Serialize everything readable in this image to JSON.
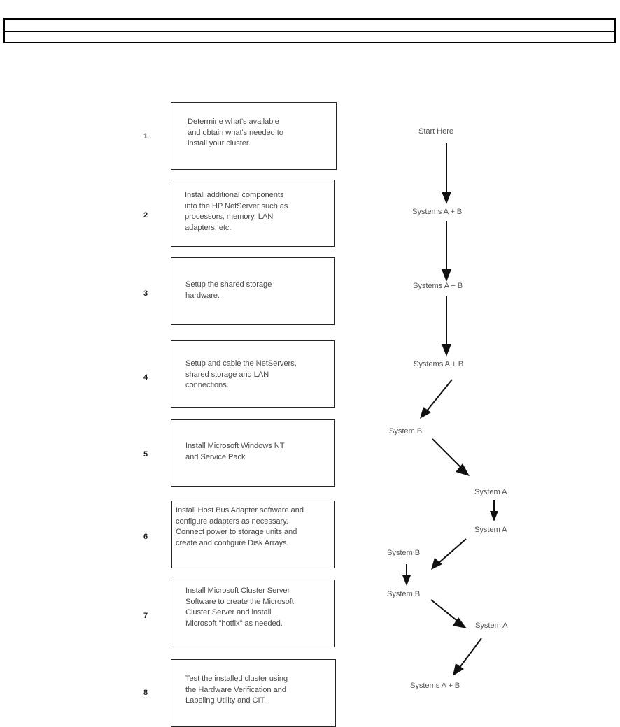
{
  "page": {
    "title": "Cluster Installation Process Flowchart",
    "background_color": "#ffffff",
    "ink_color": "#4a4a4a",
    "border_color": "#242424"
  },
  "header": {
    "top_cell_text": "",
    "bottom_cell_text": ""
  },
  "steps": [
    {
      "number": "1",
      "text": "Determine what's available\nand obtain what's needed to\ninstall your cluster."
    },
    {
      "number": "2",
      "text": "Install additional components\ninto the HP NetServer such as\nprocessors, memory, LAN\nadapters, etc."
    },
    {
      "number": "3",
      "text": "Setup the shared storage\nhardware."
    },
    {
      "number": "4",
      "text": "Setup and cable the NetServers,\nshared storage and LAN\nconnections."
    },
    {
      "number": "5",
      "text": "Install Microsoft Windows NT\nand Service Pack"
    },
    {
      "number": "6",
      "text": "Install Host Bus Adapter software and\nconfigure adapters as necessary.\nConnect power to storage units and\ncreate and configure Disk Arrays."
    },
    {
      "number": "7",
      "text": "Install Microsoft Cluster Server\nSoftware to create the Microsoft\nCluster Server and install\nMicrosoft \"hotfix\" as needed."
    },
    {
      "number": "8",
      "text": "Test the installed cluster using\nthe Hardware Verification and\nLabeling Utility and CIT."
    }
  ],
  "flow": {
    "labels": [
      {
        "text": "Start Here"
      },
      {
        "text": "Systems A + B"
      },
      {
        "text": "Systems A + B"
      },
      {
        "text": "Systems A + B"
      },
      {
        "text": "System B"
      },
      {
        "text": "System A"
      },
      {
        "text": "System A"
      },
      {
        "text": "System B"
      },
      {
        "text": "System B"
      },
      {
        "text": "System A"
      },
      {
        "text": "Systems A + B"
      }
    ],
    "arrows": [
      {
        "name": "arrow-start-to-systems1",
        "direction": "down"
      },
      {
        "name": "arrow-systems1-to-systems2",
        "direction": "down"
      },
      {
        "name": "arrow-systems2-to-systems3",
        "direction": "down"
      },
      {
        "name": "arrow-systems3-to-systemb1",
        "direction": "down-left"
      },
      {
        "name": "arrow-systemb1-to-systema1",
        "direction": "down-right"
      },
      {
        "name": "arrow-systema1-to-systema2",
        "direction": "down"
      },
      {
        "name": "arrow-systema2-to-systemb2",
        "direction": "down-left"
      },
      {
        "name": "arrow-systemb2-to-systemb3",
        "direction": "down"
      },
      {
        "name": "arrow-systemb3-to-systema3",
        "direction": "down-right"
      },
      {
        "name": "arrow-systema3-to-systems4",
        "direction": "down-left"
      }
    ]
  }
}
